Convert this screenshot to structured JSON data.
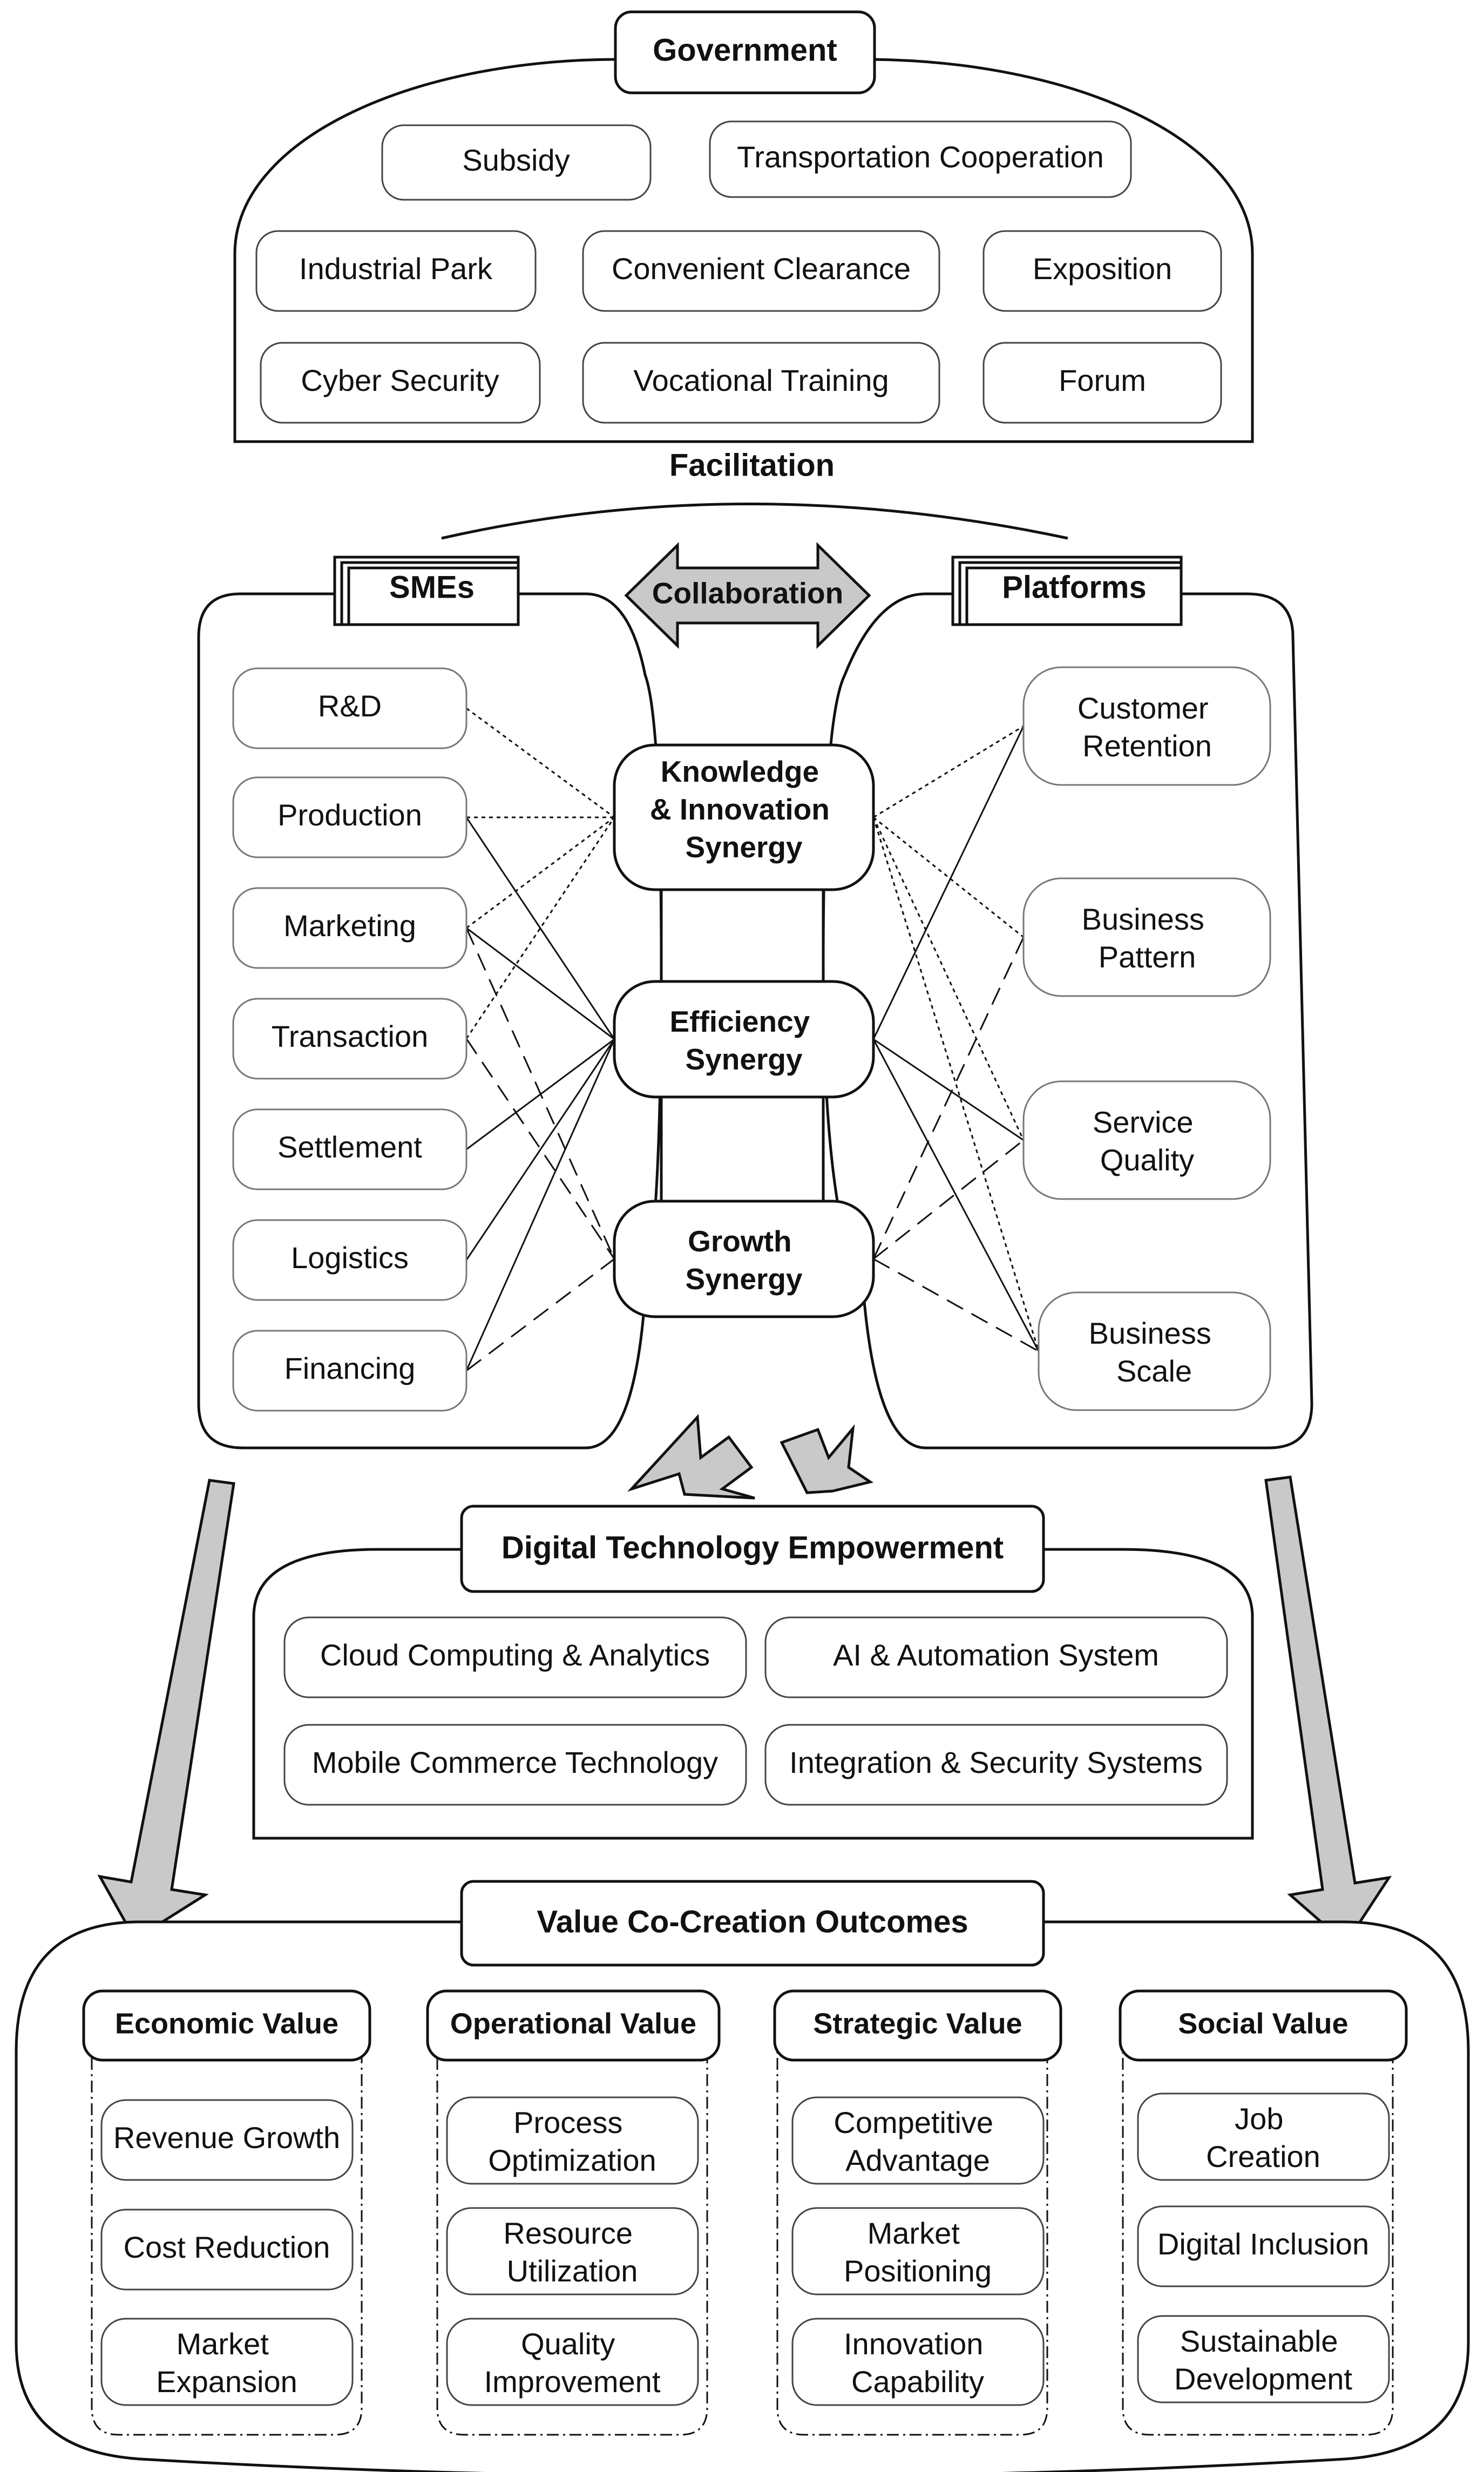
{
  "government": {
    "title": "Government",
    "items": [
      "Subsidy",
      "Transportation Cooperation",
      "Industrial Park",
      "Convenient Clearance",
      "Exposition",
      "Cyber Security",
      "Vocational Training",
      "Forum"
    ]
  },
  "facilitation_label": "Facilitation",
  "collaboration_label": "Collaboration",
  "smes": {
    "title": "SMEs",
    "items": [
      "R&D",
      "Production",
      "Marketing",
      "Transaction",
      "Settlement",
      "Logistics",
      "Financing"
    ]
  },
  "platforms": {
    "title": "Platforms",
    "items": [
      [
        "Customer",
        "Retention"
      ],
      [
        "Business",
        "Pattern"
      ],
      [
        "Service",
        "Quality"
      ],
      [
        "Business",
        "Scale"
      ]
    ]
  },
  "synergies": [
    [
      "Knowledge",
      "& Innovation",
      "Synergy"
    ],
    [
      "Efficiency",
      "Synergy"
    ],
    [
      "Growth",
      "Synergy"
    ]
  ],
  "digital": {
    "title": "Digital Technology Empowerment",
    "items": [
      "Cloud Computing & Analytics",
      "AI & Automation System",
      "Mobile Commerce Technology",
      "Integration & Security Systems"
    ]
  },
  "outcomes": {
    "title": "Value Co-Creation Outcomes",
    "groups": [
      {
        "title": "Economic Value",
        "items": [
          [
            "Revenue Growth"
          ],
          [
            "Cost Reduction"
          ],
          [
            "Market",
            "Expansion"
          ]
        ]
      },
      {
        "title": "Operational Value",
        "items": [
          [
            "Process",
            "Optimization"
          ],
          [
            "Resource",
            "Utilization"
          ],
          [
            "Quality",
            "Improvement"
          ]
        ]
      },
      {
        "title": "Strategic Value",
        "items": [
          [
            "Competitive",
            "Advantage"
          ],
          [
            "Market",
            "Positioning"
          ],
          [
            "Innovation",
            "Capability"
          ]
        ]
      },
      {
        "title": "Social Value",
        "items": [
          [
            "Job",
            "Creation"
          ],
          [
            "Digital Inclusion"
          ],
          [
            "Sustainable",
            "Development"
          ]
        ]
      }
    ]
  }
}
